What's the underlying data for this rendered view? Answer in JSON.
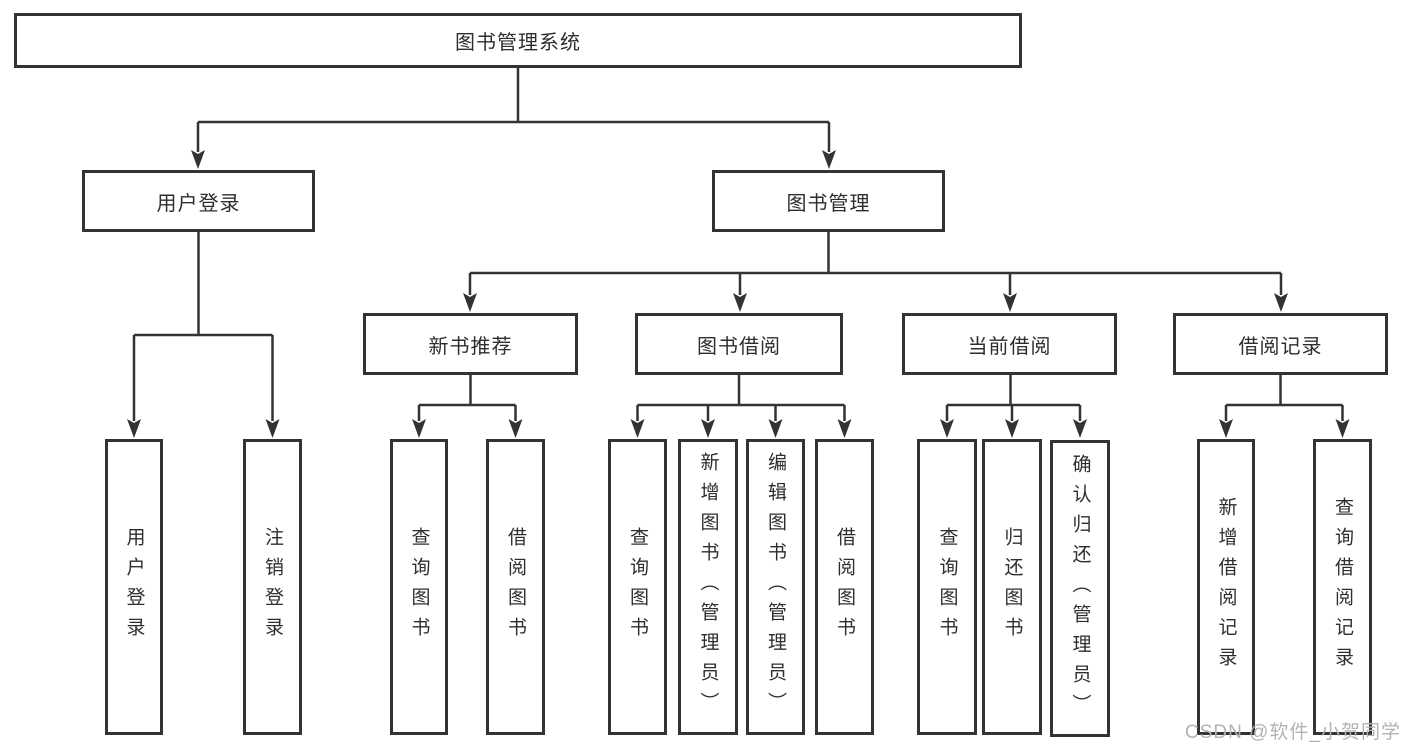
{
  "colors": {
    "line": "#333333",
    "text": "#2e2e2e",
    "background": "#ffffff",
    "watermark": "#b8b1b1"
  },
  "watermark": {
    "text": "CSDN @软件_小贺同学"
  },
  "tree": {
    "root": {
      "label": "图书管理系统"
    },
    "branches": [
      {
        "label": "用户登录",
        "children": [
          {
            "label": "用户登录"
          },
          {
            "label": "注销登录"
          }
        ]
      },
      {
        "label": "图书管理",
        "sections": [
          {
            "label": "新书推荐",
            "children": [
              {
                "label": "查询图书"
              },
              {
                "label": "借阅图书"
              }
            ]
          },
          {
            "label": "图书借阅",
            "children": [
              {
                "label": "查询图书"
              },
              {
                "label": "新增图书（管理员）"
              },
              {
                "label": "编辑图书（管理员）"
              },
              {
                "label": "借阅图书"
              }
            ]
          },
          {
            "label": "当前借阅",
            "children": [
              {
                "label": "查询图书"
              },
              {
                "label": "归还图书"
              },
              {
                "label": "确认归还（管理员）"
              }
            ]
          },
          {
            "label": "借阅记录",
            "children": [
              {
                "label": "新增借阅记录"
              },
              {
                "label": "查询借阅记录"
              }
            ]
          }
        ]
      }
    ]
  }
}
